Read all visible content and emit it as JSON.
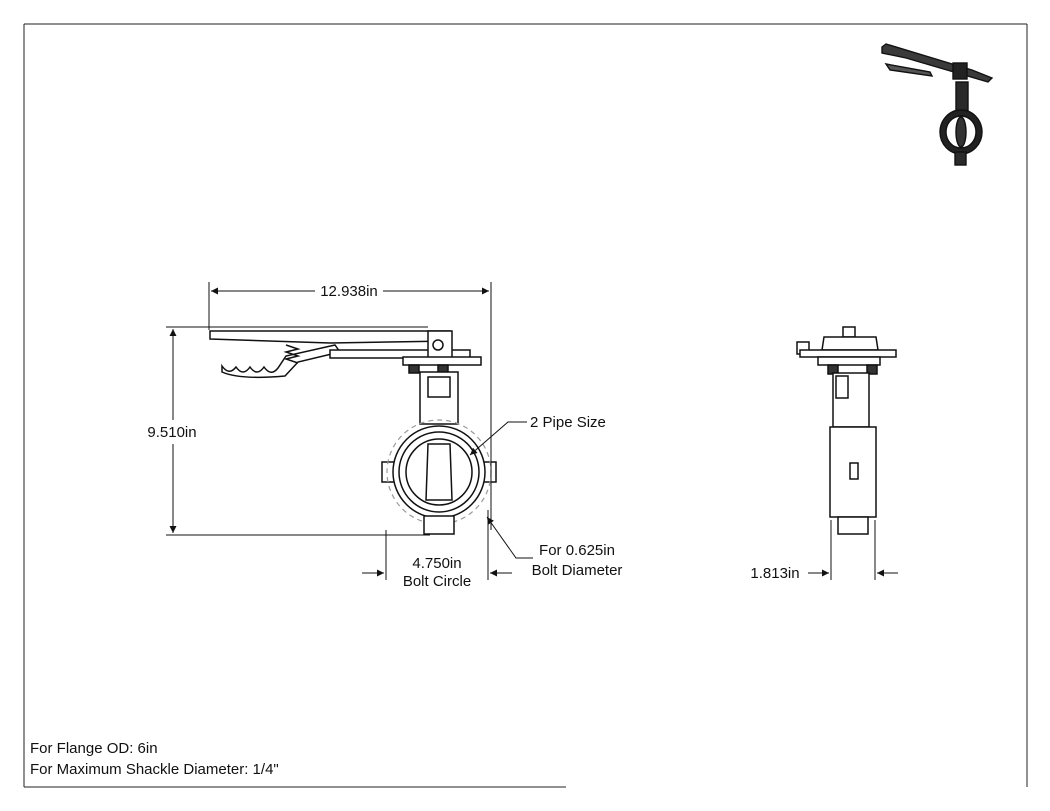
{
  "dimensions": {
    "overall_length": "12.938in",
    "overall_height": "9.510in",
    "pipe_size": "2 Pipe Size",
    "bolt_circle_value": "4.750in",
    "bolt_circle_label": "Bolt Circle",
    "bolt_diameter_value": "For 0.625in",
    "bolt_diameter_label": "Bolt Diameter",
    "body_width": "1.813in"
  },
  "notes": {
    "flange_od": "For Flange OD: 6in",
    "shackle": "For Maximum Shackle Diameter: 1/4\""
  },
  "colors": {
    "line": "#111111",
    "body": "#2a2a2a",
    "hidden": "#9a9a9a"
  }
}
